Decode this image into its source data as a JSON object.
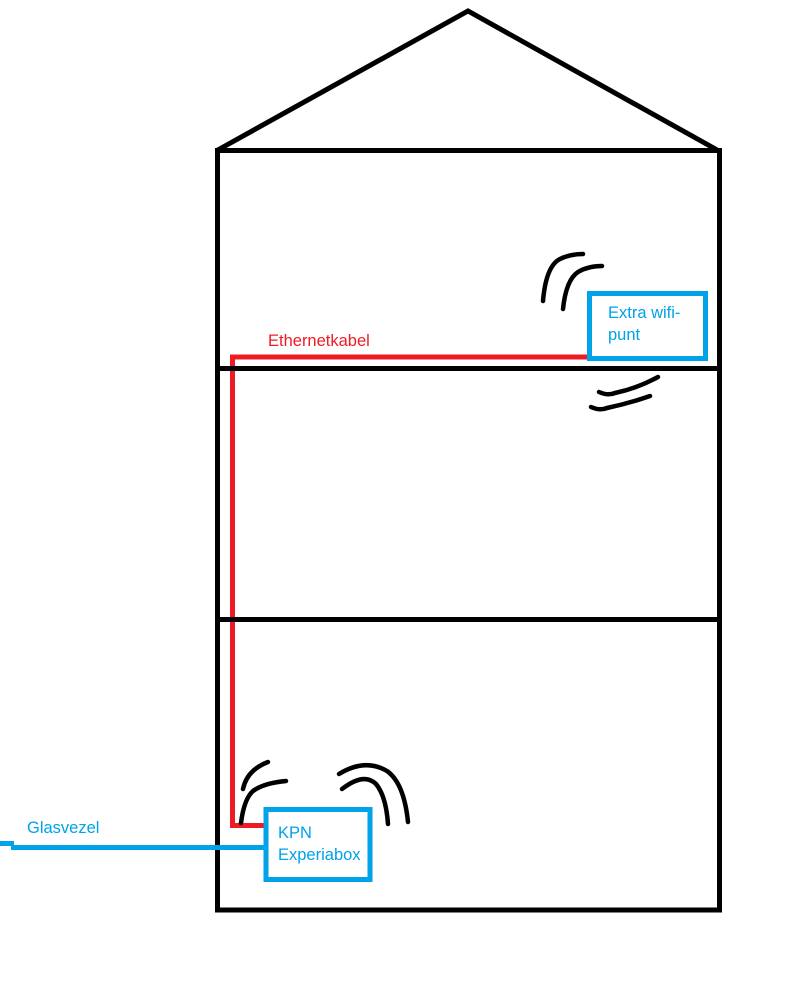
{
  "colors": {
    "background": "#FFFFFF",
    "sketch_black": "#000000",
    "cable_red": "#ED1C24",
    "fiber_blue": "#00A2E8"
  },
  "diagram": {
    "type": "home-network-sketch",
    "labels": {
      "ethernet_cable": "Ethernetkabel",
      "fiber": "Glasvezel"
    },
    "nodes": {
      "wifi_point": {
        "line1": "Extra wifi-",
        "line2": "punt"
      },
      "router": {
        "line1": "KPN",
        "line2": "Experiabox"
      }
    }
  }
}
